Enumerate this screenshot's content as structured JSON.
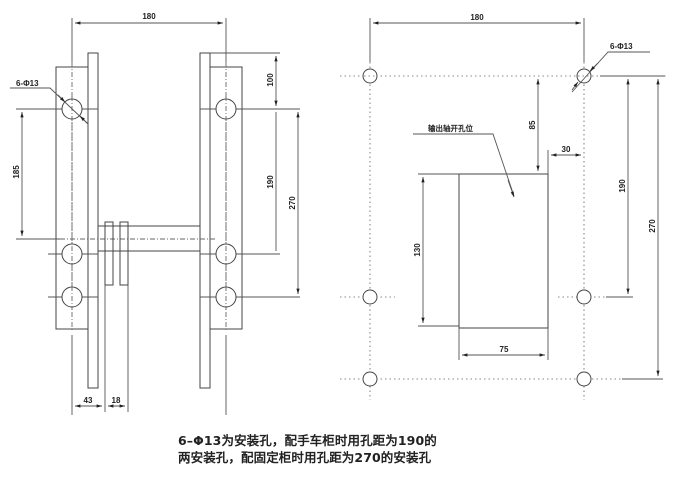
{
  "left_view": {
    "dim_top_width": "180",
    "hole_label": "6-Φ13",
    "dim_plate_top_to_hole": "100",
    "dim_hole_spacing_cart": "190",
    "dim_hole_spacing_fixed": "270",
    "dim_hole_to_shaft": "185",
    "dim_bottom_offset": "43",
    "dim_bottom_bar": "18"
  },
  "right_view": {
    "dim_top_width": "180",
    "hole_label": "6-Φ13",
    "opening_label": "输出轴开孔位",
    "dim_top_to_opening": "85",
    "dim_opening_offset": "30",
    "dim_opening_height": "130",
    "dim_opening_width": "75",
    "dim_hole_spacing_cart": "190",
    "dim_hole_spacing_fixed": "270"
  },
  "caption": {
    "line1": "6–Φ13为安装孔，配手车柜时用孔距为190的",
    "line2": "两安装孔，配固定柜时用孔距为270的安装孔"
  }
}
